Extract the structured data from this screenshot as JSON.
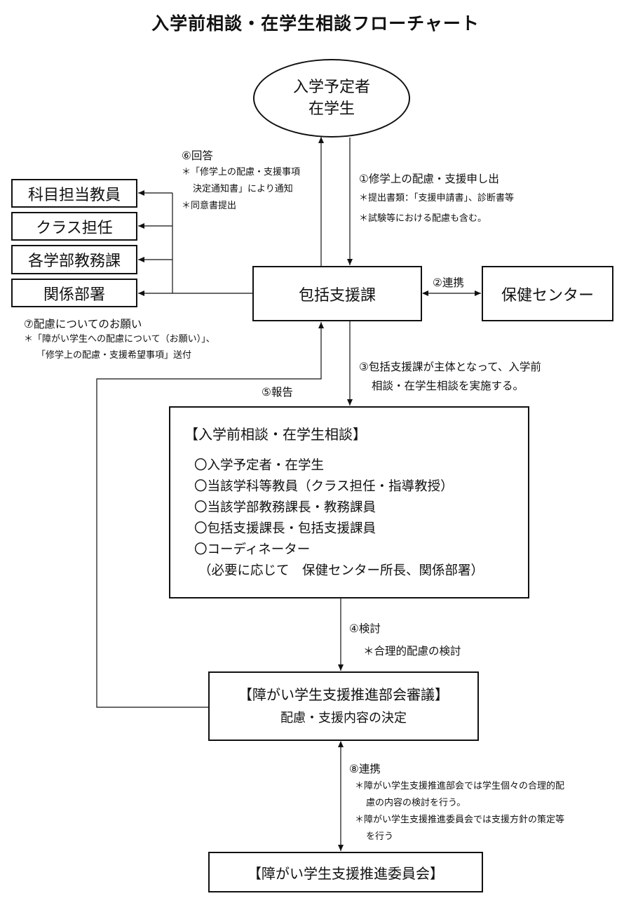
{
  "title": "入学前相談・在学生相談フローチャート",
  "nodes": {
    "applicant": [
      "入学予定者",
      "在学生"
    ],
    "hokatsu": "包括支援課",
    "hoken": "保健センター",
    "kamoku": "科目担当教員",
    "class": "クラス担任",
    "kyomu": "各学部教務課",
    "kankei": "関係部署",
    "consult": {
      "heading": "【入学前相談・在学生相談】",
      "members": [
        "〇入学予定者・在学生",
        "〇当該学科等教員（クラス担任・指導教授）",
        "〇当該学部教務課長・教務課員",
        "〇包括支援課長・包括支援課員",
        "〇コーディネーター",
        "（必要に応じて　保健センター所長、関係部署）"
      ]
    },
    "bukai": {
      "heading": "【障がい学生支援推進部会審議】",
      "sub": "配慮・支援内容の決定"
    },
    "iinkai": "【障がい学生支援推進委員会】"
  },
  "labels": {
    "step1": {
      "head": "①修学上の配慮・支援申し出",
      "notes": [
        "＊提出書類：「支援申請書」、診断書等",
        "＊試験等における配慮も含む。"
      ]
    },
    "step2": "②連携",
    "step3": [
      "③包括支援課が主体となって、入学前",
      "相談・在学生相談を実施する。"
    ],
    "step4": {
      "head": "④検討",
      "note": "＊合理的配慮の検討"
    },
    "step5": "⑤報告",
    "step6": {
      "head": "⑥回答",
      "notes": [
        "＊「修学上の配慮・支援事項",
        "決定通知書」により通知",
        "＊同意書提出"
      ]
    },
    "step7": {
      "head": "⑦配慮についてのお願い",
      "notes": [
        "＊「障がい学生への配慮について（お願い）」、",
        "「修学上の配慮・支援希望事項」送付"
      ]
    },
    "step8": {
      "head": "⑧連携",
      "notes": [
        "＊障がい学生支援推進部会では学生個々の合理的配",
        "慮の内容の検討を行う。",
        "＊障がい学生支援推進委員会では支援方針の策定等",
        "を行う"
      ]
    }
  }
}
